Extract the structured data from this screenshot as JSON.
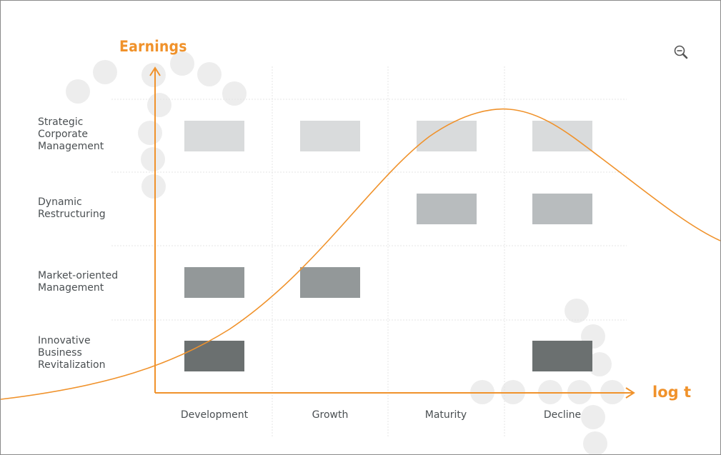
{
  "axes": {
    "y_title": "Earnings",
    "x_title": "log t"
  },
  "rows": [
    {
      "label": "Strategic\nCorporate\nManagement"
    },
    {
      "label": "Dynamic\nRestructuring"
    },
    {
      "label": "Market-oriented\nManagement"
    },
    {
      "label": "Innovative\nBusiness\nRevitalization"
    }
  ],
  "columns": [
    {
      "label": "Development"
    },
    {
      "label": "Growth"
    },
    {
      "label": "Maturity"
    },
    {
      "label": "Decline"
    }
  ],
  "cells": [
    {
      "row": 0,
      "col": 0
    },
    {
      "row": 0,
      "col": 1
    },
    {
      "row": 0,
      "col": 2
    },
    {
      "row": 0,
      "col": 3
    },
    {
      "row": 1,
      "col": 2
    },
    {
      "row": 1,
      "col": 3
    },
    {
      "row": 2,
      "col": 0
    },
    {
      "row": 2,
      "col": 1
    },
    {
      "row": 3,
      "col": 0
    },
    {
      "row": 3,
      "col": 3
    }
  ],
  "colors": {
    "accent": "#f0922b",
    "row_fills": [
      "#d9dbdc",
      "#b8bcbe",
      "#939899",
      "#6b7070"
    ],
    "grid": "#e4e4e4",
    "dots": "#ededed",
    "text": "#4a4f52"
  },
  "controls": {
    "zoom": {
      "icon": "zoom-out-icon"
    }
  }
}
